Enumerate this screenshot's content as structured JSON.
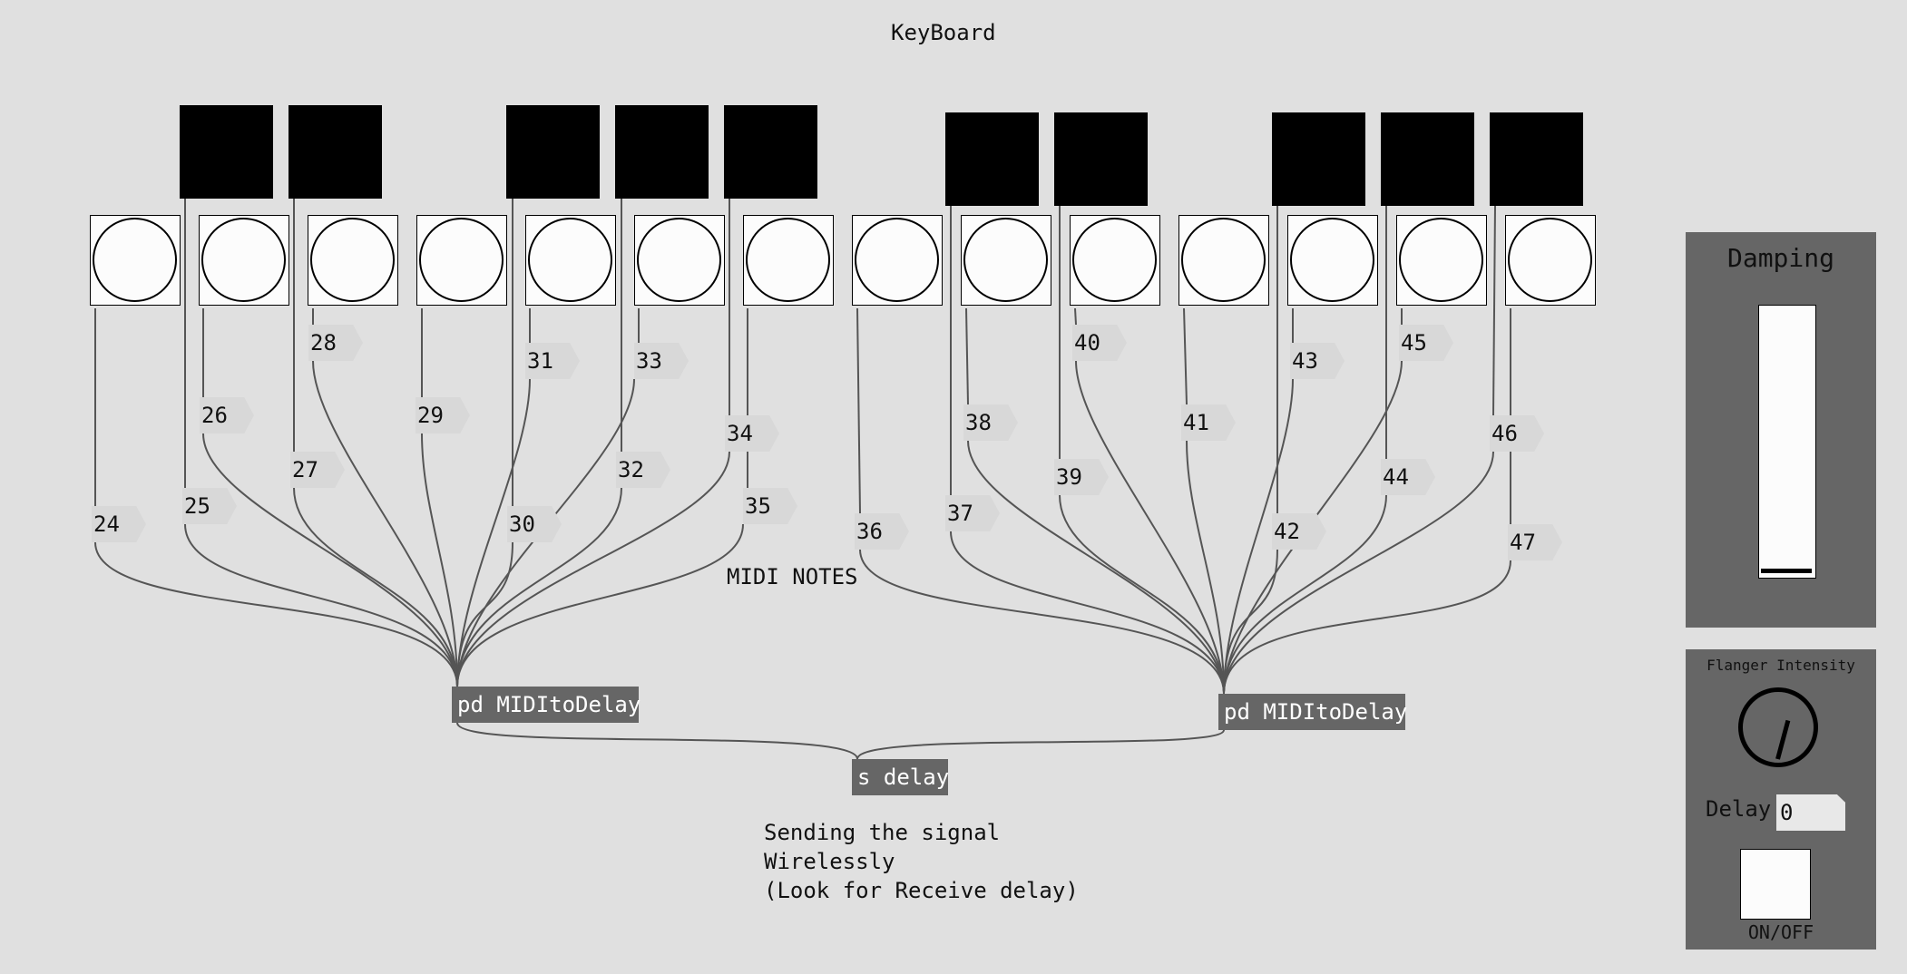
{
  "title": "KeyBoard",
  "midi_notes_label": "MIDI NOTES",
  "objects": {
    "miditodelay_left": "pd MIDItoDelay",
    "miditodelay_right": "pd MIDItoDelay",
    "send_delay": "s delay"
  },
  "comment_lines": [
    "Sending the signal",
    "Wirelessly",
    "(Look for Receive delay)"
  ],
  "notes": [
    "24",
    "25",
    "26",
    "27",
    "28",
    "29",
    "30",
    "31",
    "32",
    "33",
    "34",
    "35",
    "36",
    "37",
    "38",
    "39",
    "40",
    "41",
    "42",
    "43",
    "44",
    "45",
    "46",
    "47"
  ],
  "keys_white_count": 14,
  "keys_black_count": 10,
  "damping": {
    "title": "Damping",
    "value": 0
  },
  "flanger": {
    "title": "Flanger Intensity",
    "delay_label": "Delay",
    "delay_value": "0",
    "onoff_label": "ON/OFF"
  },
  "colors": {
    "background": "#e0e0e0",
    "object": "#666666",
    "panel": "#666666"
  }
}
